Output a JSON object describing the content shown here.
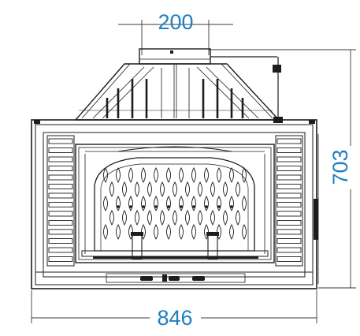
{
  "dimensions": {
    "top_width": "200",
    "overall_width": "846",
    "overall_height": "703"
  },
  "colors": {
    "dimension_text": "#1f7fc0",
    "outline": "#1d1d1b"
  }
}
